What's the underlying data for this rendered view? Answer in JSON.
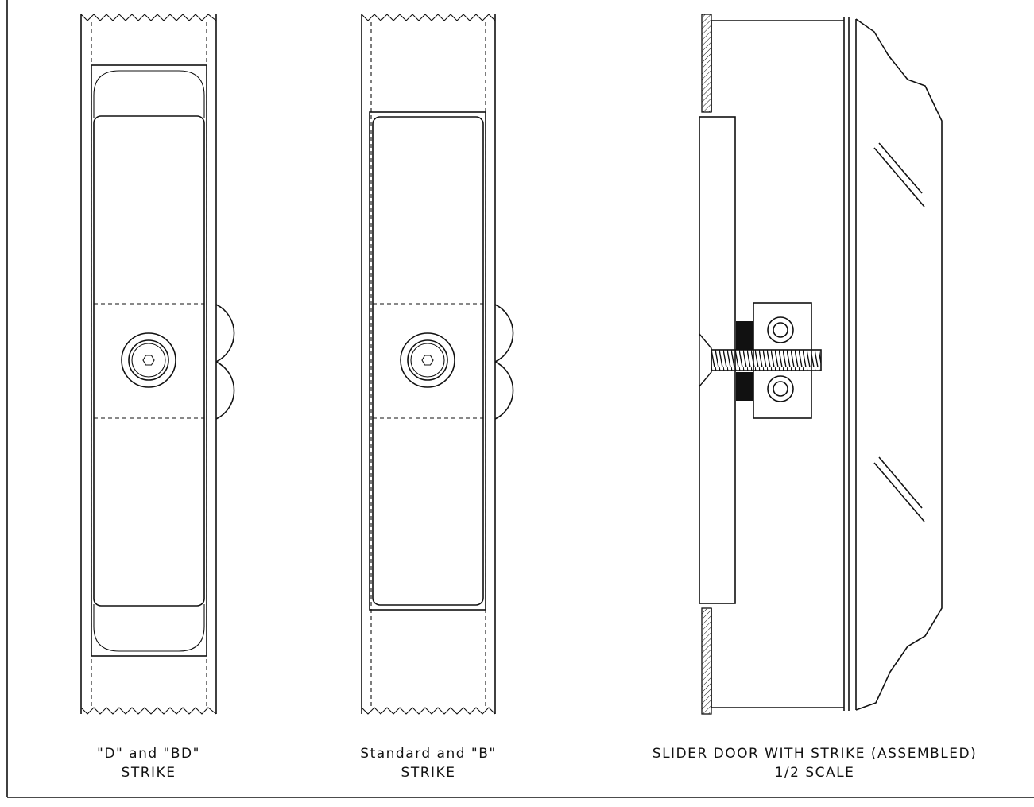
{
  "drawing": {
    "captions": {
      "d_strike": {
        "line1": "\"D\" and \"BD\"",
        "line2": "STRIKE"
      },
      "standard_strike": {
        "line1": "Standard and \"B\"",
        "line2": "STRIKE"
      },
      "slider_door": {
        "line1": "SLIDER DOOR WITH STRIKE (ASSEMBLED)",
        "line2": "1/2 SCALE"
      }
    }
  }
}
